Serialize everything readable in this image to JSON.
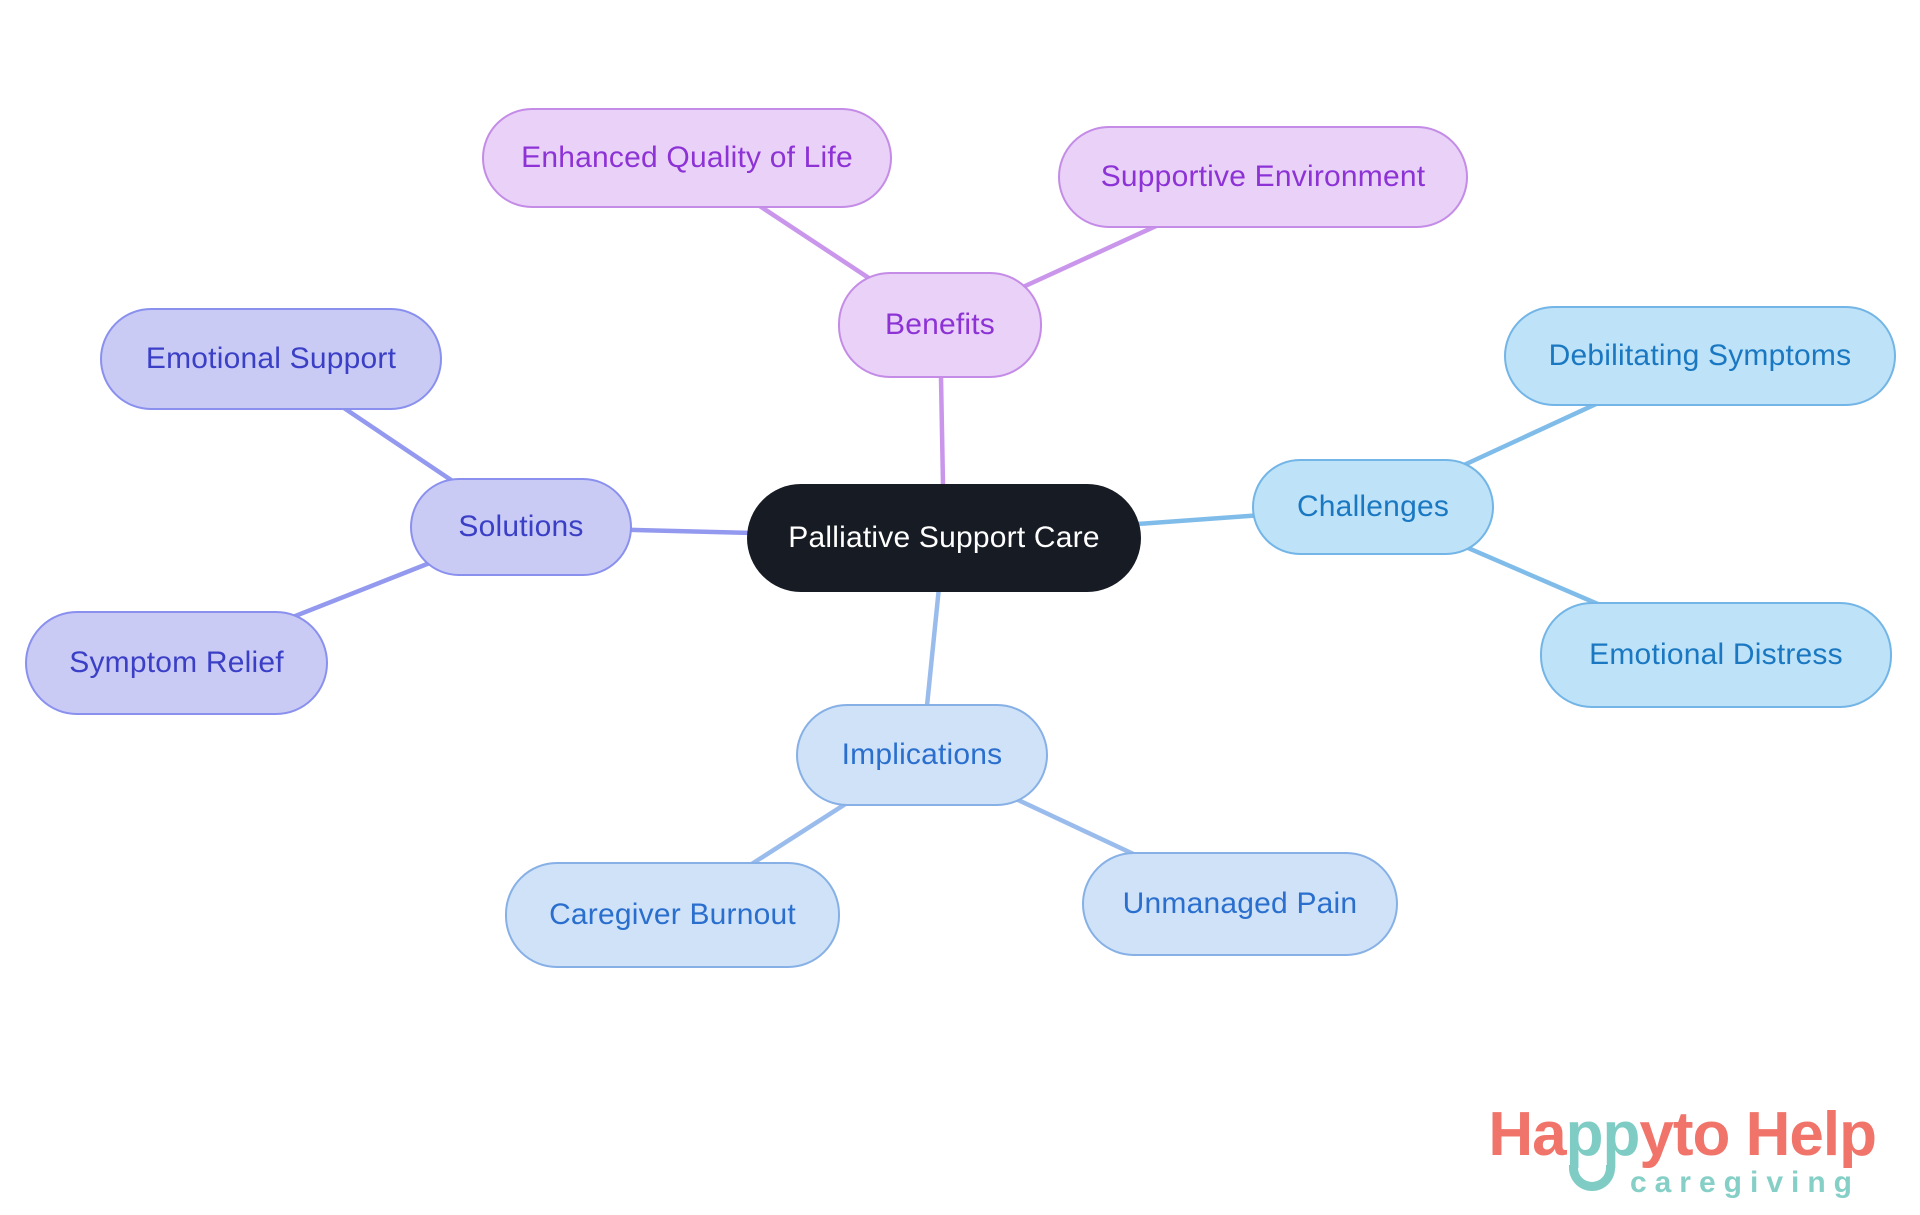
{
  "diagram": {
    "center": {
      "label": "Palliative Support Care",
      "fill_color": "#171b24",
      "text_color": "#ffffff"
    },
    "branches": [
      {
        "label": "Benefits",
        "fill_color": "#e9d1f8",
        "border_color": "#c48ce6",
        "text_color": "#8d33d6",
        "line_color": "#c996ec",
        "children": [
          "Enhanced Quality of Life",
          "Supportive Environment"
        ]
      },
      {
        "label": "Challenges",
        "fill_color": "#bee2f7",
        "border_color": "#73b5e6",
        "text_color": "#1a78c2",
        "line_color": "#7fbce9",
        "children": [
          "Debilitating Symptoms",
          "Emotional Distress"
        ]
      },
      {
        "label": "Solutions",
        "fill_color": "#c9cbf5",
        "border_color": "#8a90ee",
        "text_color": "#3a3fc6",
        "line_color": "#9399ee",
        "children": [
          "Emotional Support",
          "Symptom Relief"
        ]
      },
      {
        "label": "Implications",
        "fill_color": "#cfe2f8",
        "border_color": "#86b0e6",
        "text_color": "#2a6fce",
        "line_color": "#9abced",
        "children": [
          "Caregiver Burnout",
          "Unmanaged Pain"
        ]
      }
    ]
  },
  "logo": {
    "wordmark_segments": [
      {
        "text": "Ha",
        "color_key": "coral"
      },
      {
        "text": "pp",
        "color_key": "teal"
      },
      {
        "text": "y",
        "color_key": "coral"
      },
      {
        "text": " to Help",
        "color_key": "coral"
      }
    ],
    "tagline": "caregiving",
    "colors": {
      "coral": "#f0746a",
      "teal": "#7fccc5",
      "tagline_teal": "#85cfc7"
    }
  }
}
